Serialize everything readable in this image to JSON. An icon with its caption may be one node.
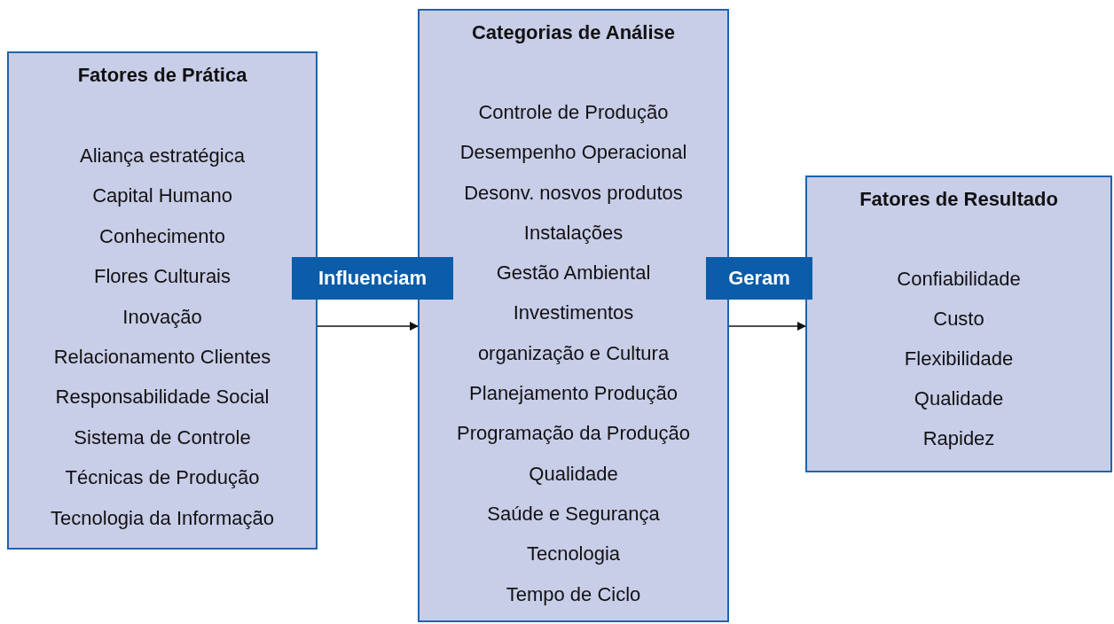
{
  "diagram": {
    "nodes": [
      {
        "text": [
          "Fatores de Prática",
          "Aliança estratégica",
          "Capital Humano",
          "Conhecimento",
          "Flores Culturais",
          "Inovação",
          "Relacionamento Clientes",
          "Responsabilidade Social",
          "Sistema de Controle",
          "Técnicas de Produção",
          "Tecnologia da Informação"
        ]
      },
      {
        "text": [
          "Categorias de Análise",
          "Controle de Produção",
          "Desempenho Operacional",
          "Desonv. nosvos produtos",
          "Instalações",
          "Gestão Ambiental",
          "Investimentos",
          "organização e Cultura",
          "Planejamento Produção",
          "Programação da Produção",
          "Qualidade",
          "Saúde e Segurança",
          "Tecnologia",
          "Tempo de Ciclo"
        ]
      },
      {
        "text": [
          "Fatores de Resultado",
          "Confiabilidade",
          "Custo",
          "Flexibilidade",
          "Qualidade",
          "Rapidez"
        ]
      },
      {
        "text": [
          "Influenciam"
        ]
      },
      {
        "text": [
          "Geram"
        ]
      }
    ],
    "edges": [
      {
        "from": 0,
        "to": 1,
        "arrow": "to"
      },
      {
        "from": 1,
        "to": 2,
        "arrow": "to"
      }
    ]
  }
}
